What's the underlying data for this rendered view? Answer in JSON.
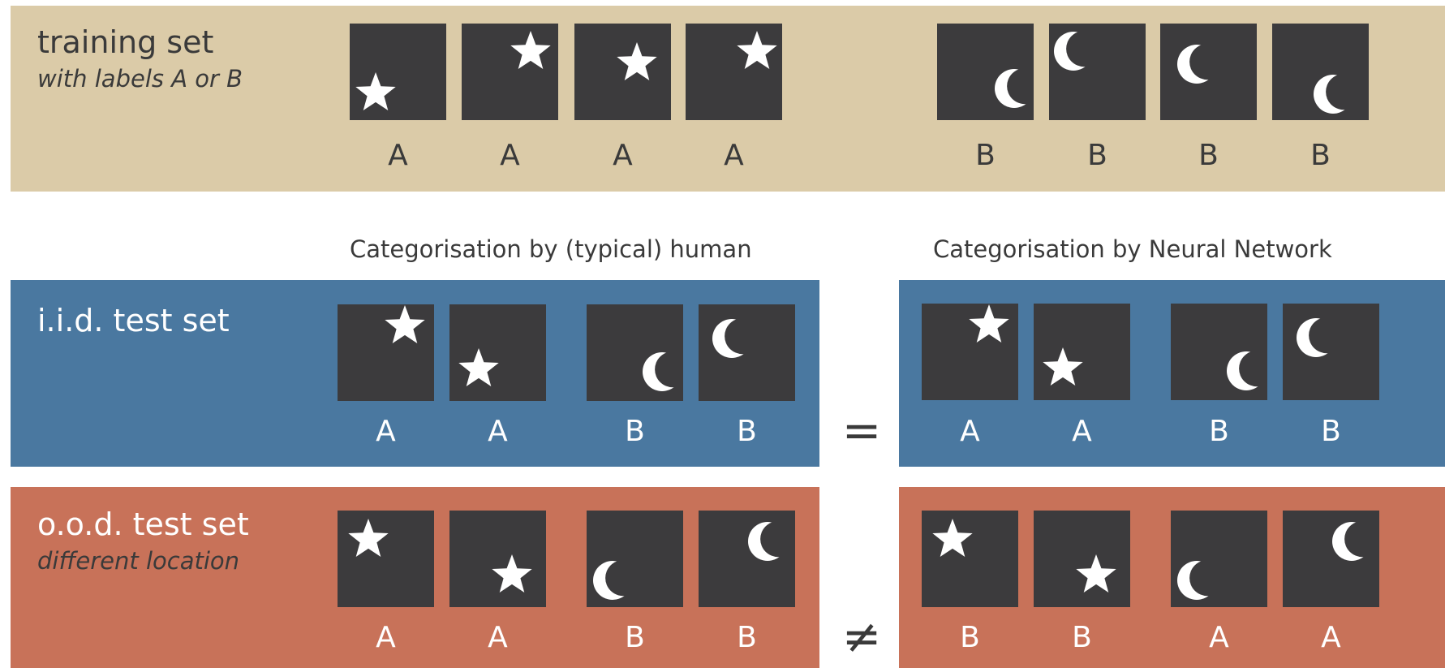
{
  "colors": {
    "training_bg": "#dbcba8",
    "iid_bg": "#4a78a0",
    "ood_bg": "#c87259",
    "tile": "#3c3b3d",
    "shape": "#ffffff",
    "dark_text": "#3a3a3a"
  },
  "training": {
    "title": "training set",
    "subtitle": "with labels A or B",
    "tiles": [
      {
        "shape": "star-icon",
        "label": "A"
      },
      {
        "shape": "star-icon",
        "label": "A"
      },
      {
        "shape": "star-icon",
        "label": "A"
      },
      {
        "shape": "star-icon",
        "label": "A"
      },
      {
        "shape": "crescent-moon-icon",
        "label": "B"
      },
      {
        "shape": "crescent-moon-icon",
        "label": "B"
      },
      {
        "shape": "crescent-moon-icon",
        "label": "B"
      },
      {
        "shape": "crescent-moon-icon",
        "label": "B"
      }
    ]
  },
  "headers": {
    "human": "Categorisation by (typical) human",
    "network": "Categorisation by Neural Network"
  },
  "iid": {
    "title": "i.i.d. test set",
    "relation": "=",
    "human": [
      {
        "shape": "star-icon",
        "label": "A"
      },
      {
        "shape": "star-icon",
        "label": "A"
      },
      {
        "shape": "crescent-moon-icon",
        "label": "B"
      },
      {
        "shape": "crescent-moon-icon",
        "label": "B"
      }
    ],
    "network": [
      {
        "shape": "star-icon",
        "label": "A"
      },
      {
        "shape": "star-icon",
        "label": "A"
      },
      {
        "shape": "crescent-moon-icon",
        "label": "B"
      },
      {
        "shape": "crescent-moon-icon",
        "label": "B"
      }
    ]
  },
  "ood": {
    "title": "o.o.d. test set",
    "subtitle": "different location",
    "relation": "≠",
    "human": [
      {
        "shape": "star-icon",
        "label": "A"
      },
      {
        "shape": "star-icon",
        "label": "A"
      },
      {
        "shape": "crescent-moon-icon",
        "label": "B"
      },
      {
        "shape": "crescent-moon-icon",
        "label": "B"
      }
    ],
    "network": [
      {
        "shape": "star-icon",
        "label": "B"
      },
      {
        "shape": "star-icon",
        "label": "B"
      },
      {
        "shape": "crescent-moon-icon",
        "label": "A"
      },
      {
        "shape": "crescent-moon-icon",
        "label": "A"
      }
    ]
  }
}
